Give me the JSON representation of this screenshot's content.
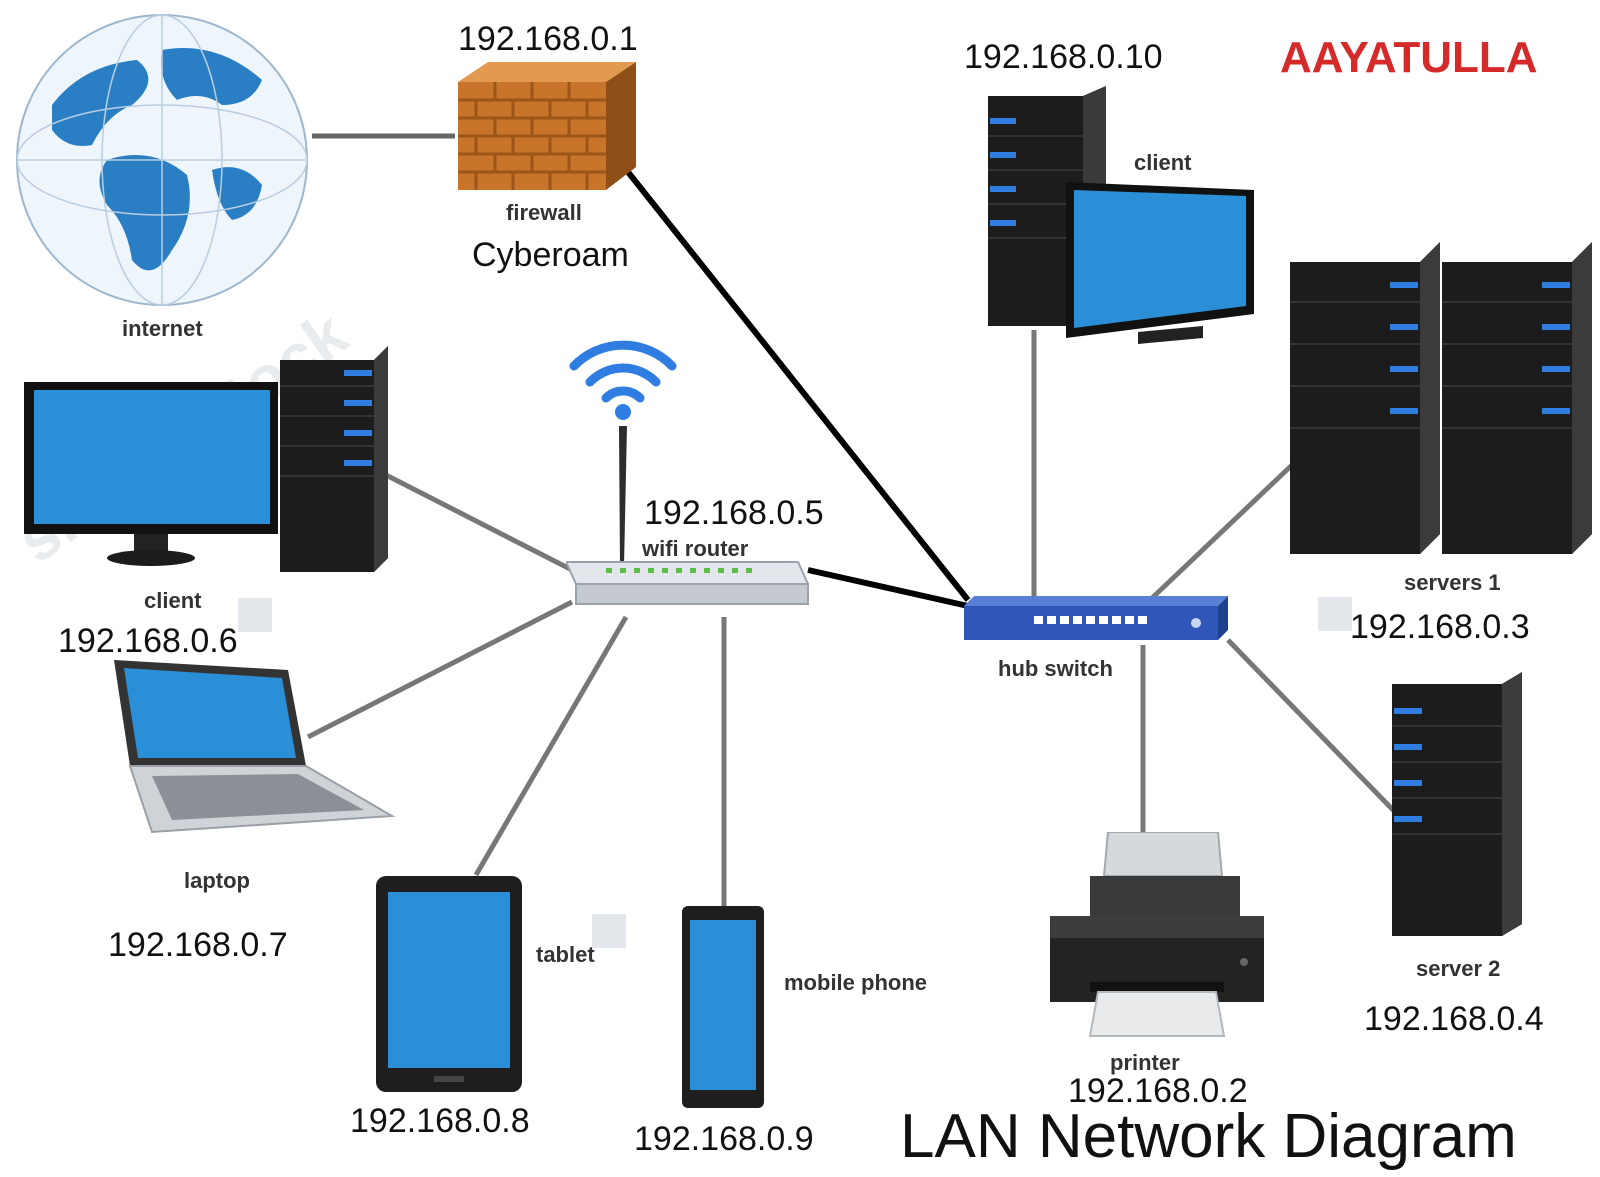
{
  "brand": "AAYATULLA",
  "title": "LAN Network Diagram",
  "nodes": {
    "internet": {
      "label": "internet"
    },
    "firewall": {
      "ip": "192.168.0.1",
      "label": "firewall",
      "vendor": "Cyberoam"
    },
    "router": {
      "ip": "192.168.0.5",
      "label": "wifi router"
    },
    "switch": {
      "label": "hub switch"
    },
    "client_top": {
      "ip": "192.168.0.10",
      "label": "client"
    },
    "client_left": {
      "ip": "192.168.0.6",
      "label": "client"
    },
    "servers1": {
      "ip": "192.168.0.3",
      "label": "servers 1"
    },
    "server2": {
      "ip": "192.168.0.4",
      "label": "server 2"
    },
    "laptop": {
      "ip": "192.168.0.7",
      "label": "laptop"
    },
    "tablet": {
      "ip": "192.168.0.8",
      "label": "tablet"
    },
    "mobile": {
      "ip": "192.168.0.9",
      "label": "mobile phone"
    },
    "printer": {
      "ip": "192.168.0.2",
      "label": "printer"
    }
  },
  "colors": {
    "screen": "#2a8fd6",
    "tower": "#1c1c1c",
    "led": "#2f7de1",
    "brick": "#c8742a",
    "globe": "#2a7fc4",
    "switch": "#2f56b8",
    "brand": "#d42a2a"
  }
}
